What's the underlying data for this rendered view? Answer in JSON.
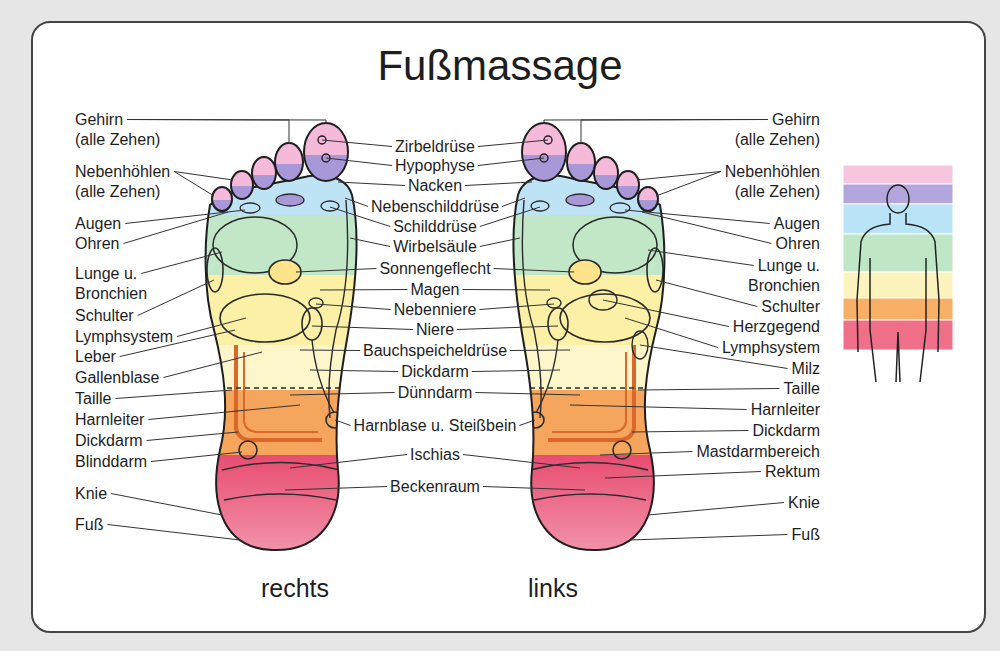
{
  "diagram": {
    "title": "Fußmassage",
    "nodes": [
      {
        "text": [
          "rechts"
        ]
      },
      {
        "text": [
          "links"
        ]
      }
    ],
    "labels": [
      "Gehirn (alle Zehen)",
      "Nebenhöhlen (alle Zehen)",
      "Augen",
      "Ohren",
      "Lunge u. Bronchien",
      "Schulter",
      "Lymphsystem",
      "Leber",
      "Gallenblase",
      "Taille",
      "Harnleiter",
      "Dickdarm",
      "Blinddarm",
      "Knie",
      "Fuß",
      "Zirbeldrüse",
      "Hypophyse",
      "Nacken",
      "Nebenschilddrüse",
      "Schilddrüse",
      "Wirbelsäule",
      "Sonnengeflecht",
      "Magen",
      "Nebenniere",
      "Niere",
      "Bauchspeicheldrüse",
      "Dickdarm",
      "Dünndarm",
      "Harnblase u. Steißbein",
      "Ischias",
      "Beckenraum",
      "Gehirn (alle Zehen)",
      "Nebenhöhlen (alle Zehen)",
      "Augen",
      "Ohren",
      "Lunge u. Bronchien",
      "Schulter",
      "Herzgegend",
      "Lymphsystem",
      "Milz",
      "Taille",
      "Harnleiter",
      "Dickdarm",
      "Mastdarmbereich",
      "Rektum",
      "Knie",
      "Fuß"
    ]
  }
}
